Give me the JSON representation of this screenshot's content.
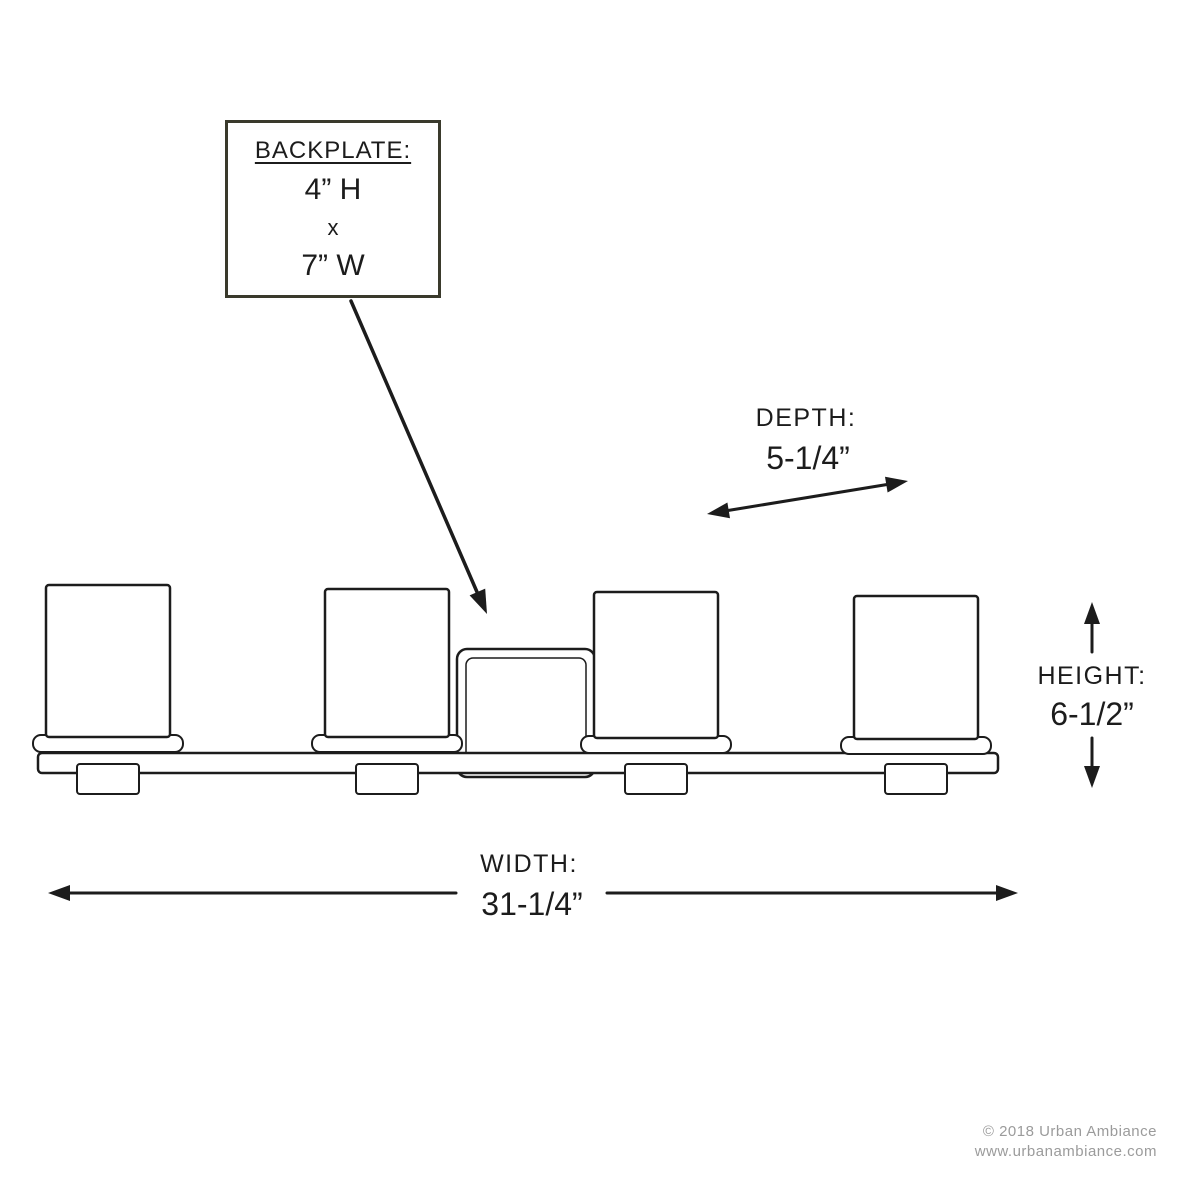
{
  "colors": {
    "line": "#1c1c1c",
    "box_border": "#3a3a2c",
    "footer_text": "#9b9b9b"
  },
  "backplate_box": {
    "title": "BACKPLATE:",
    "height": "4” H",
    "separator": "x",
    "width": "7” W"
  },
  "dimensions": {
    "depth": {
      "label": "DEPTH:",
      "value": "5-1/4”"
    },
    "height": {
      "label": "HEIGHT:",
      "value": "6-1/2”"
    },
    "width": {
      "label": "WIDTH:",
      "value": "31-1/4”"
    }
  },
  "footer": {
    "copyright": "© 2018 Urban Ambiance",
    "website": "www.urbanambiance.com"
  }
}
